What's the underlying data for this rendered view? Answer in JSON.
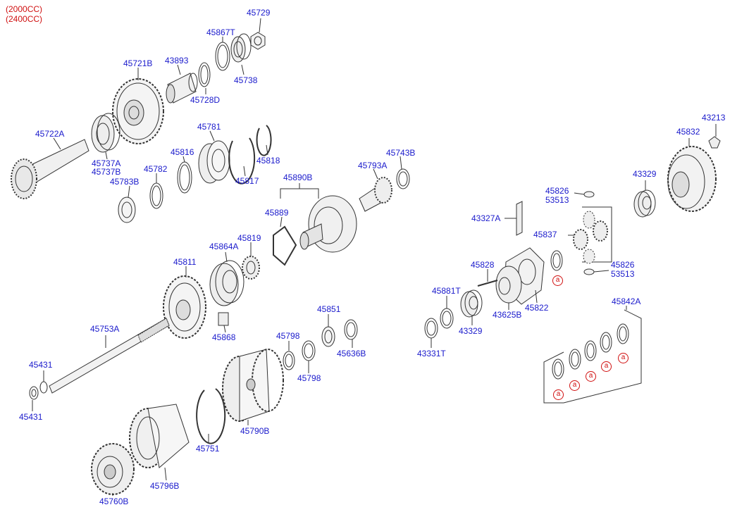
{
  "variants": [
    "(2000CC)",
    "(2400CC)"
  ],
  "parts": {
    "p45729": "45729",
    "p45867T": "45867T",
    "p45721B": "45721B",
    "p43893": "43893",
    "p45738": "45738",
    "p45728D": "45728D",
    "p45722A": "45722A",
    "p45781": "45781",
    "p45816": "45816",
    "p45818": "45818",
    "p45737A": "45737A",
    "p45737B": "45737B",
    "p45782": "45782",
    "p45783B": "45783B",
    "p45817": "45817",
    "p45890B": "45890B",
    "p45743B": "45743B",
    "p45793A": "45793A",
    "p45889": "45889",
    "p45819": "45819",
    "p45864A": "45864A",
    "p45811": "45811",
    "p45753A": "45753A",
    "p45868": "45868",
    "p45851": "45851",
    "p45798_top": "45798",
    "p45798_bottom": "45798",
    "p45636B": "45636B",
    "p45431_top": "45431",
    "p45431_bottom": "45431",
    "p45790B": "45790B",
    "p45751": "45751",
    "p45796B": "45796B",
    "p45760B": "45760B",
    "p43213": "43213",
    "p45832": "45832",
    "p43329_top": "43329",
    "p45826_top": "45826",
    "p53513_top": "53513",
    "p43327A": "43327A",
    "p45837": "45837",
    "p45826_bottom": "45826",
    "p53513_bottom": "53513",
    "p45828": "45828",
    "p45881T": "45881T",
    "p43625B": "43625B",
    "p45822": "45822",
    "p43329_bottom": "43329",
    "p43331T": "43331T",
    "p45842A": "45842A"
  },
  "reference_marker": "a"
}
